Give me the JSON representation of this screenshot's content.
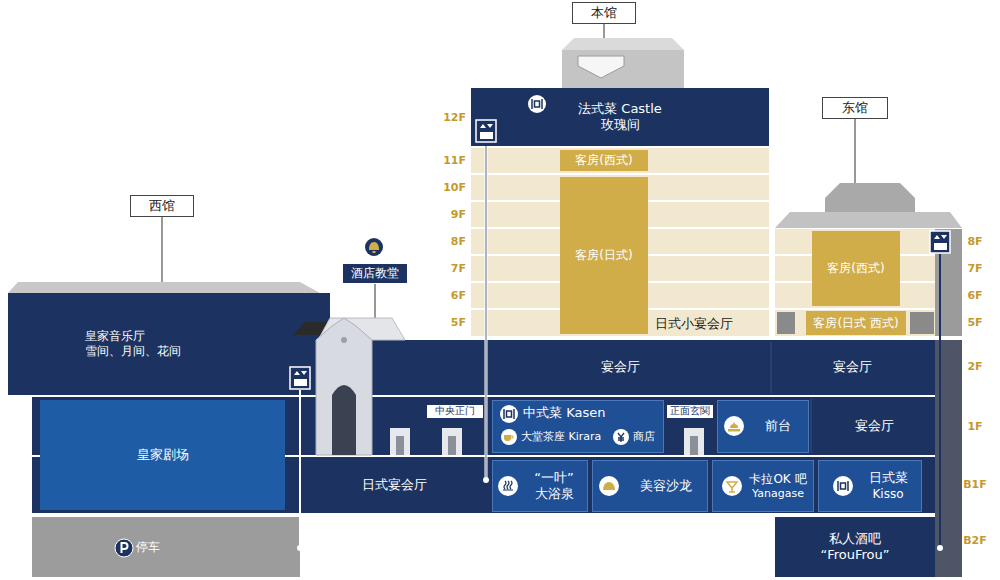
{
  "diagram": {
    "nodes": [
      {
        "text": [
          "本馆"
        ]
      },
      {
        "text": [
          "法式菜 Castle",
          "玫瑰间"
        ]
      },
      {
        "text": [
          "客房(西式)"
        ]
      },
      {
        "text": [
          "客房(日式)"
        ]
      },
      {
        "text": [
          "东馆"
        ]
      },
      {
        "text": [
          "客房(西式)"
        ]
      },
      {
        "text": [
          "客房(日式 西式)"
        ]
      },
      {
        "text": [
          "西馆"
        ]
      },
      {
        "text": [
          "酒店教堂"
        ]
      },
      {
        "text": [
          "皇家音乐厅",
          "雪间、月间、花间"
        ]
      },
      {
        "text": [
          "宴会厅"
        ]
      },
      {
        "text": [
          "宴会厅"
        ]
      },
      {
        "text": [
          "皇家剧场"
        ]
      },
      {
        "text": [
          "中央正门"
        ]
      },
      {
        "text": [
          "中式菜 Kasen",
          "大堂茶座 Kirara",
          "商店"
        ]
      },
      {
        "text": [
          "正面玄関"
        ]
      },
      {
        "text": [
          "前台"
        ]
      },
      {
        "text": [
          "宴会厅"
        ]
      },
      {
        "text": [
          "日式宴会厅"
        ]
      },
      {
        "text": [
          "“一叶” 大浴泉"
        ]
      },
      {
        "text": [
          "美容沙龙"
        ]
      },
      {
        "text": [
          "卡拉OK 吧",
          "Yanagase"
        ]
      },
      {
        "text": [
          "日式菜",
          "Kisso"
        ]
      },
      {
        "text": [
          "停车"
        ]
      },
      {
        "text": [
          "私人酒吧 “FrouFrou”"
        ]
      }
    ],
    "labels": [
      "12F",
      "11F",
      "10F",
      "9F",
      "8F",
      "7F",
      "6F",
      "5F",
      "8F",
      "7F",
      "6F",
      "5F",
      "2F",
      "1F",
      "B1F",
      "B2F",
      "日式小宴会厅"
    ]
  }
}
